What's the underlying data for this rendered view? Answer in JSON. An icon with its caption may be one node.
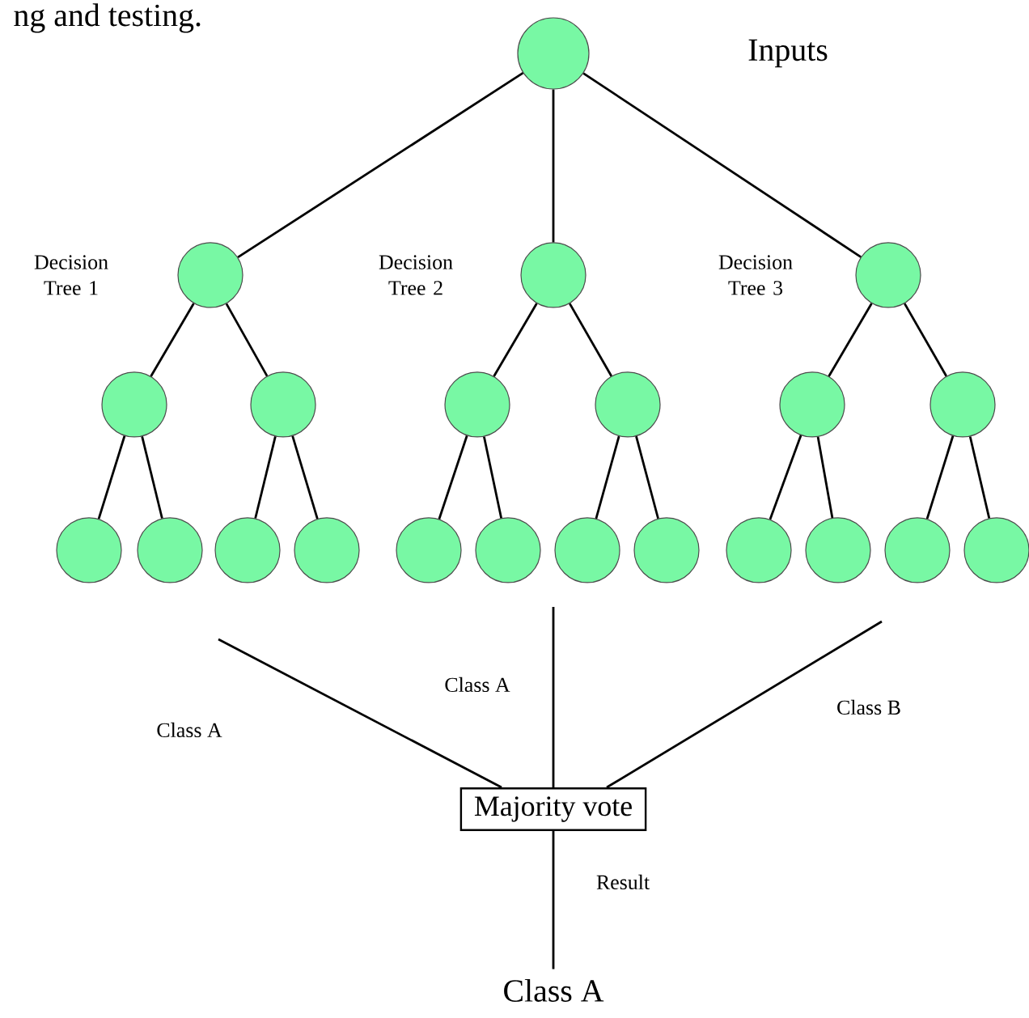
{
  "diagram": {
    "nodes": [
      {
        "text": [],
        "shape": "circle"
      },
      {
        "text": [],
        "shape": "circle",
        "beside": [
          "Decision Tree 1"
        ]
      },
      {
        "text": [],
        "shape": "circle",
        "beside": [
          "Decision Tree 2"
        ]
      },
      {
        "text": [],
        "shape": "circle",
        "beside": [
          "Decision Tree 3"
        ]
      },
      {
        "text": [],
        "shape": "circle"
      },
      {
        "text": [],
        "shape": "circle"
      },
      {
        "text": [],
        "shape": "circle"
      },
      {
        "text": [],
        "shape": "circle"
      },
      {
        "text": [],
        "shape": "circle"
      },
      {
        "text": [],
        "shape": "circle"
      },
      {
        "text": [],
        "shape": "circle"
      },
      {
        "text": [],
        "shape": "circle"
      },
      {
        "text": [],
        "shape": "circle"
      },
      {
        "text": [],
        "shape": "circle"
      },
      {
        "text": [],
        "shape": "circle"
      },
      {
        "text": [],
        "shape": "circle"
      },
      {
        "text": [],
        "shape": "circle"
      },
      {
        "text": [],
        "shape": "circle"
      },
      {
        "text": [],
        "shape": "circle"
      },
      {
        "text": [],
        "shape": "circle"
      },
      {
        "text": [],
        "shape": "circle"
      },
      {
        "text": [],
        "shape": "circle"
      },
      {
        "text": [
          "Majority vote"
        ]
      },
      {
        "text": [
          "Class A"
        ]
      }
    ],
    "edges": [
      {
        "from": 0,
        "to": 1,
        "arrow": "none"
      },
      {
        "from": 0,
        "to": 2,
        "arrow": "none"
      },
      {
        "from": 0,
        "to": 3,
        "arrow": "none"
      },
      {
        "from": 1,
        "to": 4,
        "arrow": "none"
      },
      {
        "from": 1,
        "to": 5,
        "arrow": "none"
      },
      {
        "from": 2,
        "to": 6,
        "arrow": "none"
      },
      {
        "from": 2,
        "to": 7,
        "arrow": "none"
      },
      {
        "from": 3,
        "to": 8,
        "arrow": "none"
      },
      {
        "from": 3,
        "to": 9,
        "arrow": "none"
      },
      {
        "from": 4,
        "to": 10,
        "arrow": "none"
      },
      {
        "from": 4,
        "to": 11,
        "arrow": "none"
      },
      {
        "from": 5,
        "to": 12,
        "arrow": "none"
      },
      {
        "from": 5,
        "to": 13,
        "arrow": "none"
      },
      {
        "from": 6,
        "to": 14,
        "arrow": "none"
      },
      {
        "from": 6,
        "to": 15,
        "arrow": "none"
      },
      {
        "from": 7,
        "to": 16,
        "arrow": "none"
      },
      {
        "from": 7,
        "to": 17,
        "arrow": "none"
      },
      {
        "from": 8,
        "to": 18,
        "arrow": "none"
      },
      {
        "from": 8,
        "to": 19,
        "arrow": "none"
      },
      {
        "from": 9,
        "to": 20,
        "arrow": "none"
      },
      {
        "from": 9,
        "to": 21,
        "arrow": "none"
      },
      {
        "from": null,
        "to": 22,
        "arrow": "none",
        "label": "Class A"
      },
      {
        "from": null,
        "to": 22,
        "arrow": "none",
        "label": "Class A"
      },
      {
        "from": null,
        "to": 22,
        "arrow": "none",
        "label": "Class B"
      },
      {
        "from": 22,
        "to": 23,
        "arrow": "none",
        "label": "Result"
      }
    ],
    "labels": [
      "ng and testing.",
      "Inputs"
    ]
  }
}
